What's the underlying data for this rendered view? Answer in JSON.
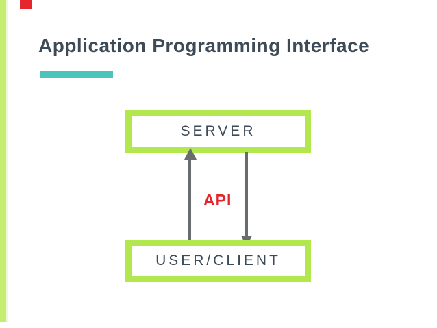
{
  "slide": {
    "title": "Application Programming Interface",
    "accent_underline_color": "#4cc3bd",
    "left_bar_color": "#c3ee70",
    "top_marker_color": "#e5262c",
    "title_color": "#3d4a57",
    "background_color": "#ffffff"
  },
  "diagram": {
    "box_border_color": "#b2e84e",
    "box_label_color": "#3d4a57",
    "arrow_color": "#686c6e",
    "server_box": {
      "label": "SERVER"
    },
    "client_box": {
      "label": "USER/CLIENT"
    },
    "api_label": {
      "text": "API",
      "color": "#e2242b"
    },
    "arrows": [
      {
        "name": "client-to-server",
        "direction": "up"
      },
      {
        "name": "server-to-client",
        "direction": "down"
      }
    ]
  }
}
